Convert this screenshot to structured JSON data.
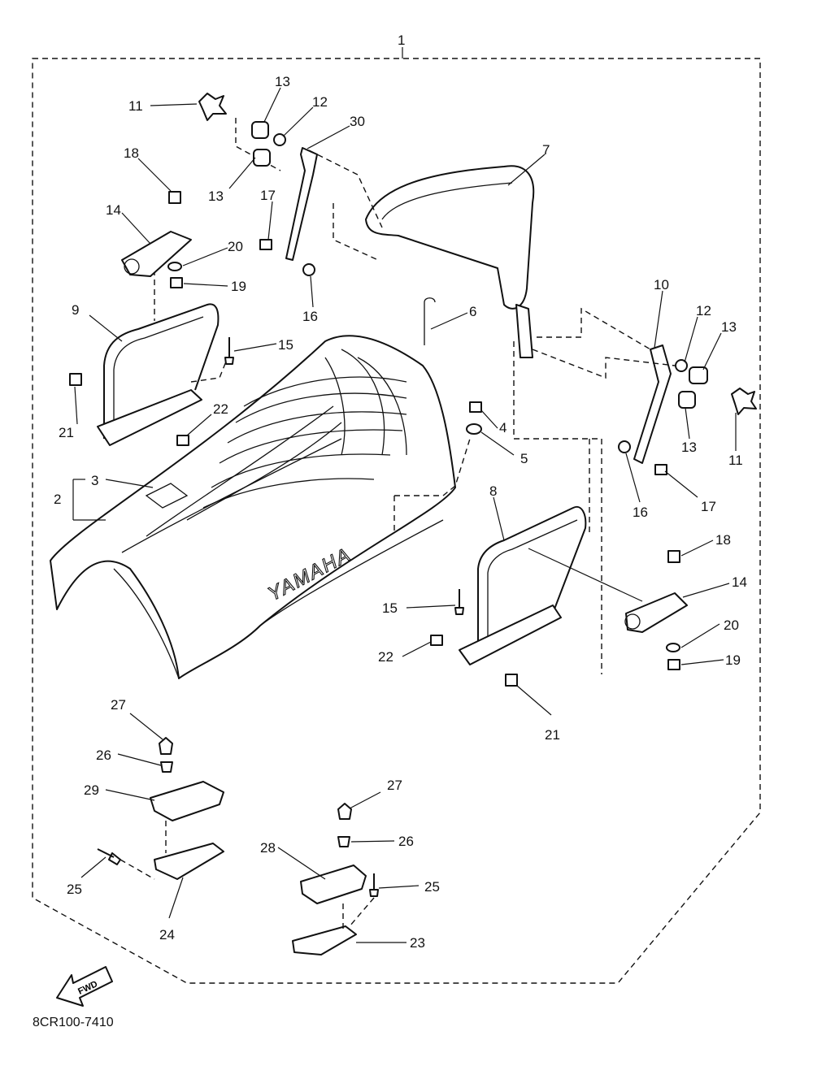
{
  "diagram": {
    "drawing_code": "8CR100-7410",
    "brand_text": "YAMAHA",
    "fwd_text": "FWD"
  },
  "callouts": {
    "c1": "1",
    "c2": "2",
    "c3": "3",
    "c4": "4",
    "c5": "5",
    "c6": "6",
    "c7": "7",
    "c8": "8",
    "c9": "9",
    "c10": "10",
    "c11a": "11",
    "c11b": "11",
    "c12a": "12",
    "c12b": "12",
    "c13a": "13",
    "c13b": "13",
    "c13c": "13",
    "c13d": "13",
    "c14a": "14",
    "c14b": "14",
    "c15a": "15",
    "c15b": "15",
    "c16a": "16",
    "c16b": "16",
    "c17a": "17",
    "c17b": "17",
    "c18a": "18",
    "c18b": "18",
    "c19a": "19",
    "c19b": "19",
    "c20a": "20",
    "c20b": "20",
    "c21a": "21",
    "c21b": "21",
    "c22a": "22",
    "c22b": "22",
    "c23": "23",
    "c24": "24",
    "c25a": "25",
    "c25b": "25",
    "c26a": "26",
    "c26b": "26",
    "c27a": "27",
    "c27b": "27",
    "c28": "28",
    "c29": "29",
    "c30": "30"
  }
}
